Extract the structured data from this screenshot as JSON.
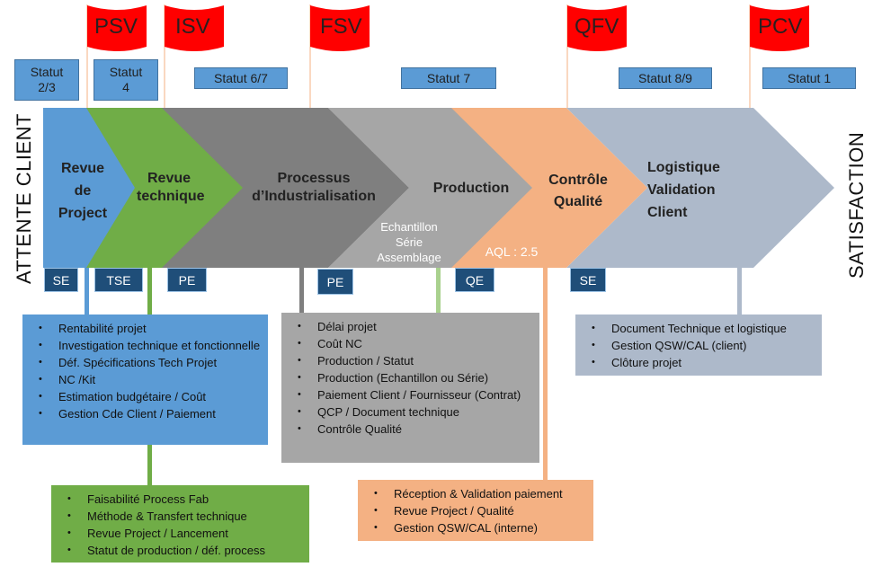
{
  "flags": [
    {
      "label": "PSV"
    },
    {
      "label": "ISV"
    },
    {
      "label": "FSV"
    },
    {
      "label": "QFV"
    },
    {
      "label": "PCV"
    }
  ],
  "statuts": [
    {
      "label": "Statut\n2/3"
    },
    {
      "label": "Statut\n4"
    },
    {
      "label": "Statut 6/7"
    },
    {
      "label": "Statut 7"
    },
    {
      "label": "Statut 8/9"
    },
    {
      "label": "Statut 1"
    }
  ],
  "side": {
    "left": "ATTENTE CLIENT",
    "right": "SATISFACTION"
  },
  "stages": [
    {
      "label": "Revue\nde\nProject",
      "color": "#5b9bd5"
    },
    {
      "label": "Revue\ntechnique",
      "color": "#70ad47"
    },
    {
      "label": "Processus\nd’Industrialisation",
      "color": "#7f7f7f"
    },
    {
      "label": "Production",
      "color": "#a6a6a6"
    },
    {
      "label": "Contrôle\nQualité",
      "color": "#f4b183"
    },
    {
      "label": "Logistique\nValidation\nClient",
      "color": "#adb9ca"
    }
  ],
  "production_sub": "Echantillon\nSérie\nAssemblage",
  "aql": "AQL : 2.5",
  "roles": [
    "SE",
    "TSE",
    "PE",
    "PE",
    "QE",
    "SE"
  ],
  "boxes": {
    "revue_projet": {
      "color": "#5b9bd5",
      "items": [
        "Rentabilité projet",
        "Investigation technique et fonctionnelle",
        "Déf. Spécifications  Tech Projet",
        "NC /Kit",
        "Estimation budgétaire / Coût",
        "Gestion Cde Client / Paiement"
      ]
    },
    "revue_technique": {
      "color": "#70ad47",
      "items": [
        "Faisabilité Process  Fab",
        "Méthode  & Transfert technique",
        "Revue Project / Lancement",
        "Statut de production  / déf. process"
      ]
    },
    "production": {
      "color": "#a6a6a6",
      "items": [
        "Délai projet",
        "Coût NC",
        "Production  / Statut",
        "Production  (Echantillon ou Série)",
        "Paiement Client / Fournisseur (Contrat)",
        "QCP / Document technique",
        "Contrôle Qualité"
      ]
    },
    "controle": {
      "color": "#f4b183",
      "items": [
        "Réception & Validation paiement",
        "Revue Project  / Qualité",
        "Gestion QSW/CAL (interne)"
      ]
    },
    "logistique": {
      "color": "#adb9ca",
      "items": [
        "Document  Technique et logistique",
        "Gestion QSW/CAL (client)",
        "Clôture projet"
      ]
    }
  }
}
